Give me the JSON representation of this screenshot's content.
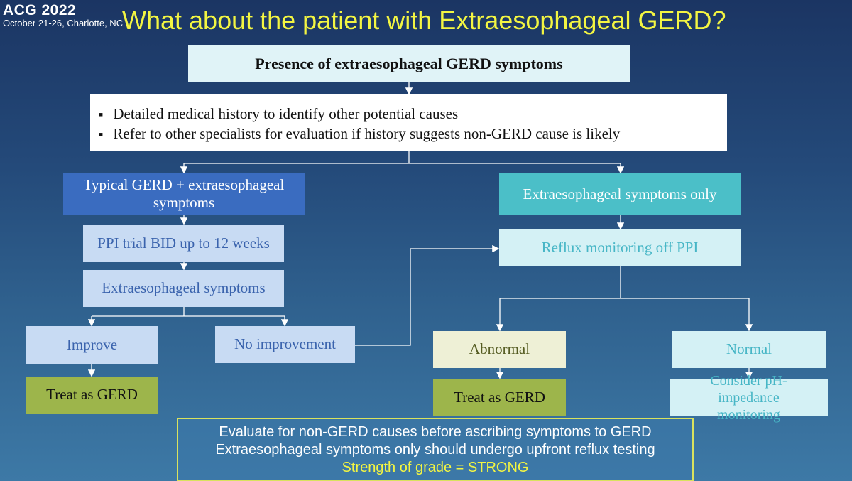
{
  "header": {
    "logo_name": "ACG 2022",
    "logo_sub": "October 21-26, Charlotte, NC",
    "title": "What about the patient with Extraesophageal GERD?"
  },
  "flow": {
    "start": "Presence of extraesophageal GERD symptoms",
    "bullets": [
      "Detailed medical history to identify other potential causes",
      "Refer to other specialists for evaluation if history suggests non-GERD cause is likely"
    ],
    "typical": "Typical GERD + extraesophageal symptoms",
    "ppi": "PPI trial BID up to 12 weeks",
    "extra_sym": "Extraesophageal symptoms",
    "improve": "Improve",
    "no_improve": "No improvement",
    "treat_left": "Treat as GERD",
    "extra_only": "Extraesophageal symptoms only",
    "reflux": "Reflux monitoring off PPI",
    "abnormal": "Abnormal",
    "normal": "Normal",
    "treat_mid": "Treat as GERD",
    "consider": "Consider pH-impedance monitoring"
  },
  "footer": {
    "line1": "Evaluate for non-GERD causes before ascribing symptoms to GERD",
    "line2": "Extraesophageal symptoms only should undergo upfront reflux testing",
    "grade": "Strength of grade = STRONG"
  },
  "colors": {
    "title": "#f3f542",
    "typical": "#3a6cc0",
    "extra_only": "#4bbfc8",
    "olive": "#9db54b"
  }
}
